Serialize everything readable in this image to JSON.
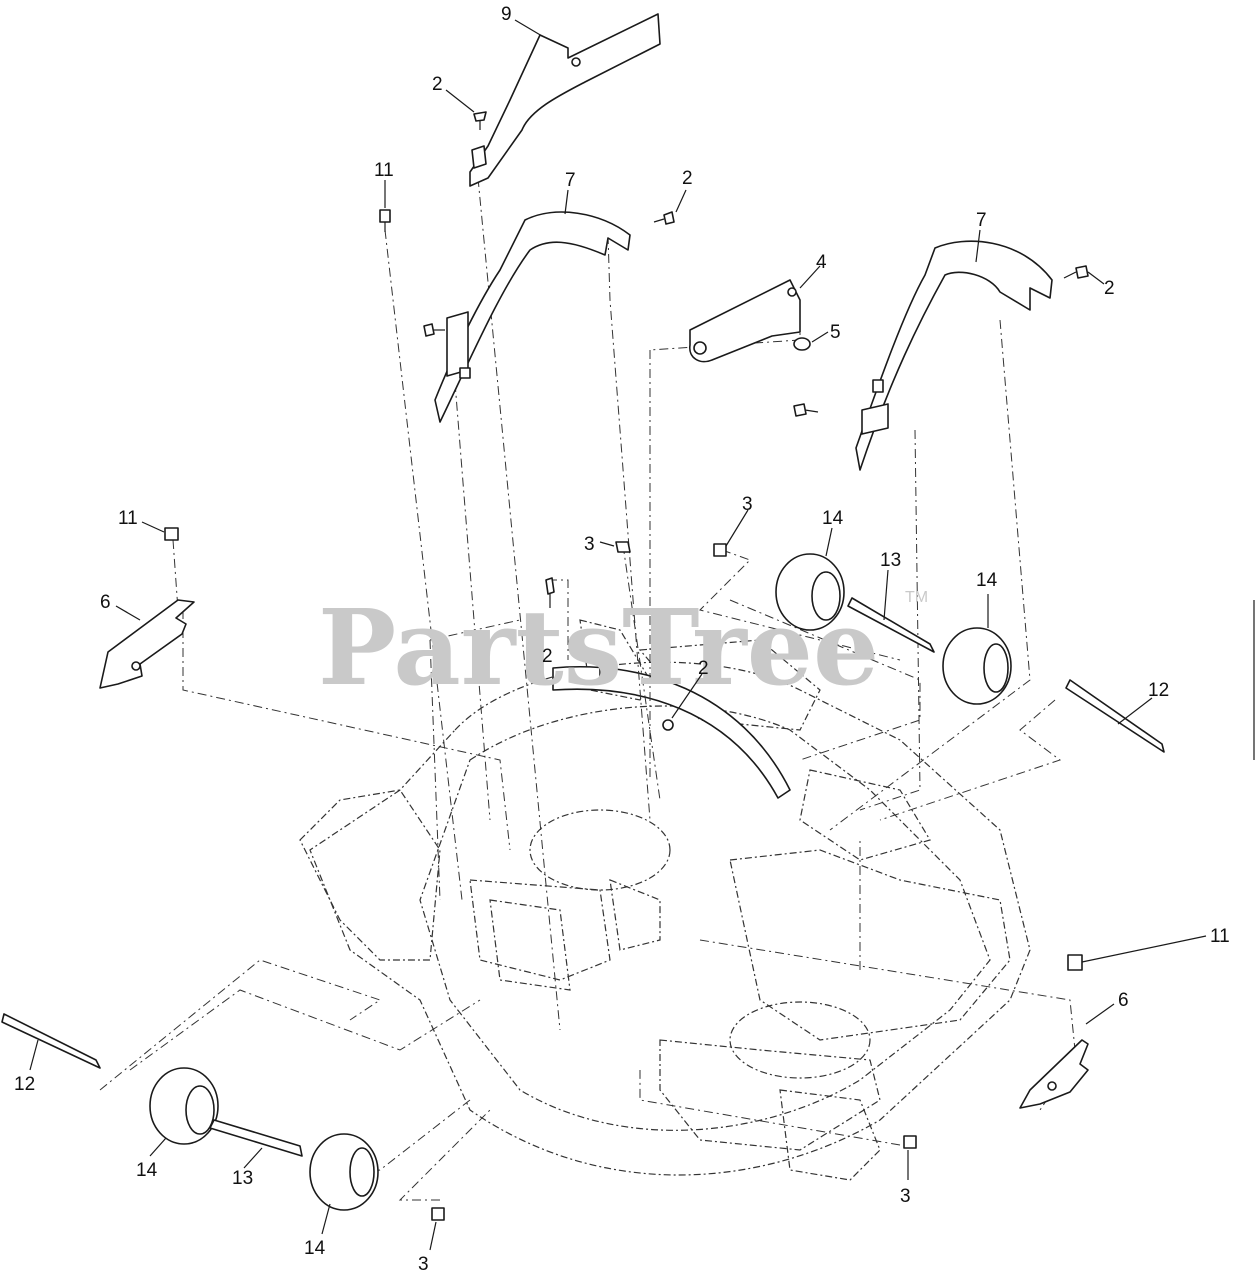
{
  "watermark": {
    "brand": "PartsTree",
    "trademark": "TM"
  },
  "callouts": [
    {
      "id": "c1",
      "text": "9"
    },
    {
      "id": "c2",
      "text": "2"
    },
    {
      "id": "c3",
      "text": "11"
    },
    {
      "id": "c4",
      "text": "7"
    },
    {
      "id": "c5",
      "text": "2"
    },
    {
      "id": "c6",
      "text": "7"
    },
    {
      "id": "c7",
      "text": "4"
    },
    {
      "id": "c8",
      "text": "2"
    },
    {
      "id": "c9",
      "text": "5"
    },
    {
      "id": "c10",
      "text": "11"
    },
    {
      "id": "c11",
      "text": "6"
    },
    {
      "id": "c12",
      "text": "3"
    },
    {
      "id": "c13",
      "text": "3"
    },
    {
      "id": "c14",
      "text": "14"
    },
    {
      "id": "c15",
      "text": "13"
    },
    {
      "id": "c16",
      "text": "14"
    },
    {
      "id": "c17",
      "text": "2"
    },
    {
      "id": "c18",
      "text": "2"
    },
    {
      "id": "c19",
      "text": "12"
    },
    {
      "id": "c20",
      "text": "11"
    },
    {
      "id": "c21",
      "text": "6"
    },
    {
      "id": "c22",
      "text": "12"
    },
    {
      "id": "c23",
      "text": "14"
    },
    {
      "id": "c24",
      "text": "13"
    },
    {
      "id": "c25",
      "text": "14"
    },
    {
      "id": "c26",
      "text": "3"
    },
    {
      "id": "c27",
      "text": "3"
    }
  ]
}
